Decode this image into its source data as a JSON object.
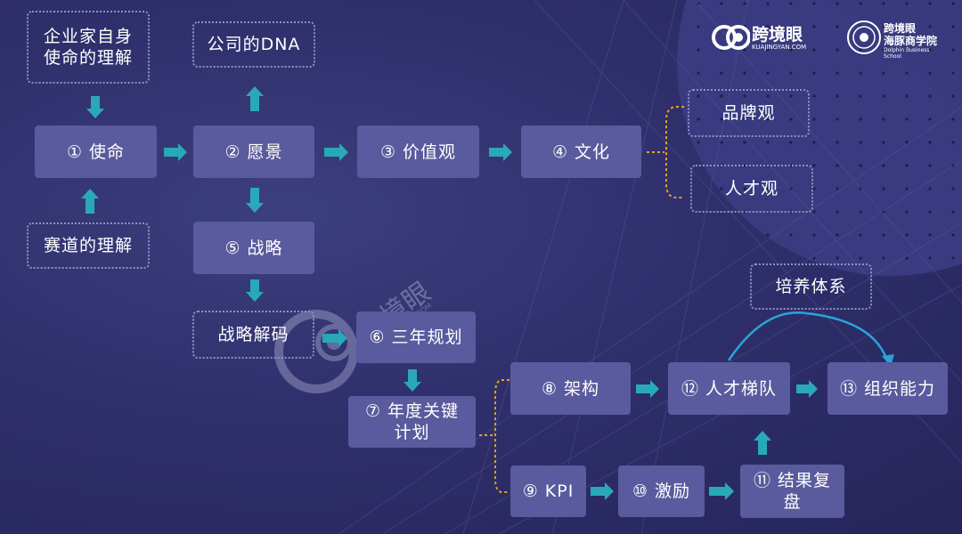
{
  "colors": {
    "arrow": "#29a8b9",
    "node": "#5a5a9e",
    "bracket": "#e8a21a",
    "curve": "#2aa4d8"
  },
  "nodes": {
    "mission": "① 使命",
    "vision": "② 愿景",
    "values": "③ 价值观",
    "culture": "④ 文化",
    "strategy": "⑤ 战略",
    "three_year": "⑥ 三年规划",
    "annual_line1": "⑦ 年度关键",
    "annual_line2": "计划",
    "architecture": "⑧ 架构",
    "kpi": "⑨ KPI",
    "incentive": "⑩ 激励",
    "review_line1": "⑪ 结果复",
    "review_line2": "盘",
    "talent_ladder": "⑫ 人才梯队",
    "org_capability": "⑬ 组织能力"
  },
  "notes": {
    "founder_mission_line1": "企业家自身",
    "founder_mission_line2": "使命的理解",
    "track_understanding": "赛道的理解",
    "company_dna": "公司的DNA",
    "brand_view": "品牌观",
    "talent_view": "人才观",
    "strategy_decoding": "战略解码",
    "training_system": "培养体系"
  },
  "logos": {
    "brand1_name": "跨境眼",
    "brand1_url": "KUAJINGYAN.COM",
    "brand2_line1": "跨境眼",
    "brand2_line2": "海豚商学院",
    "brand2_sub": "Dolphin Business School"
  },
  "watermark": {
    "name": "跨境眼",
    "url": "KUAJINGYAN.COM"
  },
  "icons": [
    "arrow-right-icon",
    "arrow-down-icon",
    "arrow-up-icon",
    "eye-logo-icon",
    "seal-logo-icon"
  ]
}
